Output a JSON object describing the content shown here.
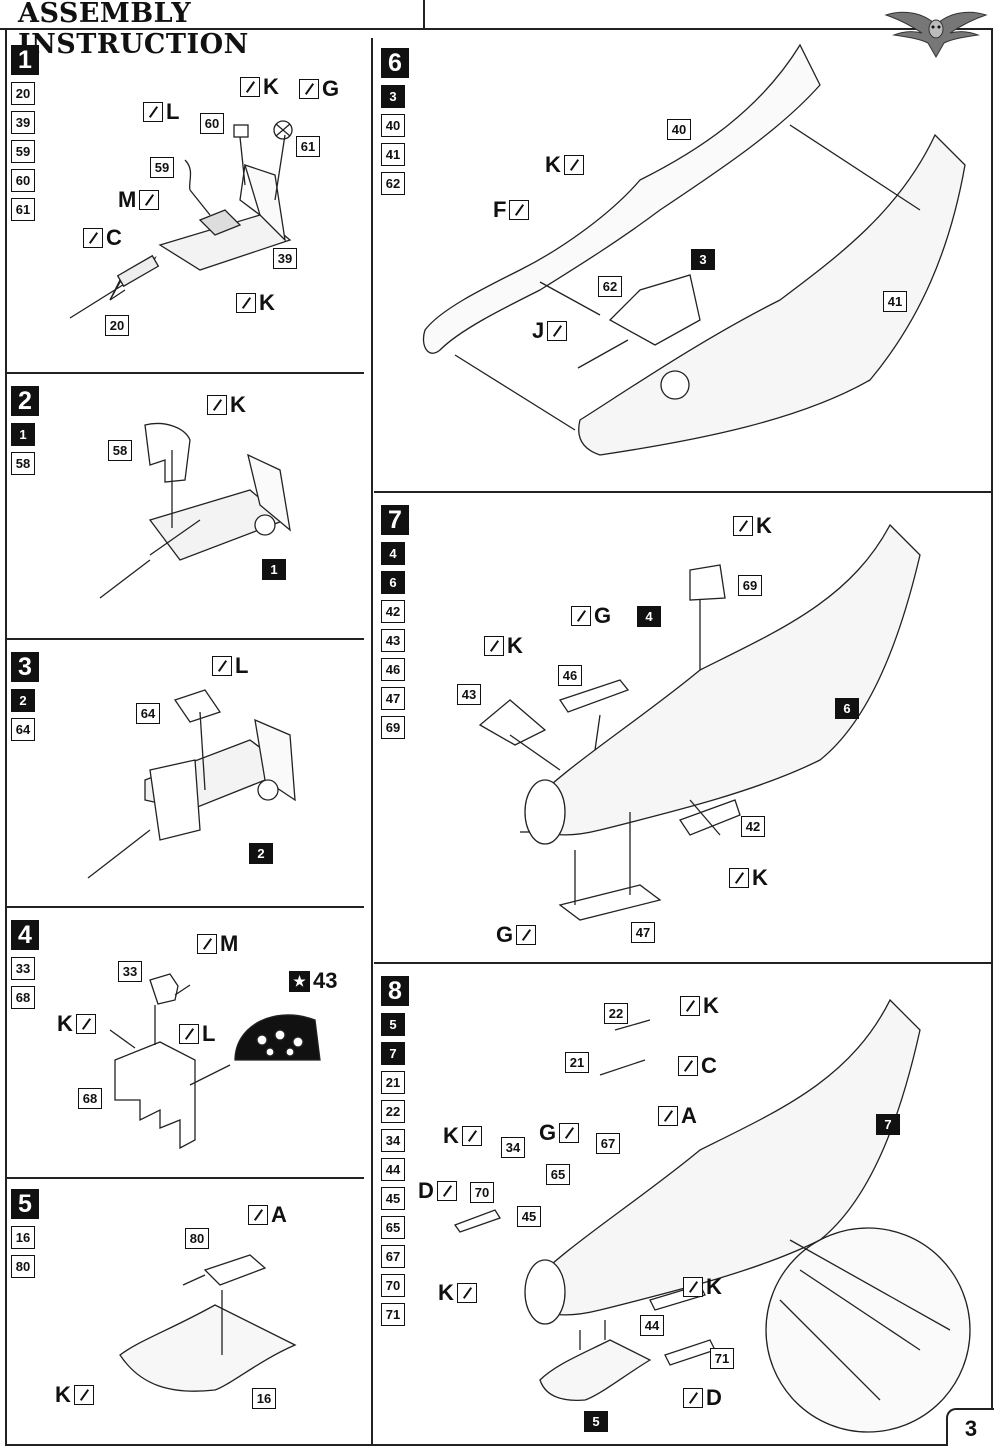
{
  "header": {
    "title": "ASSEMBLY INSTRUCTION",
    "page_number": "3",
    "logo_icon": "owl-logo-icon"
  },
  "steps": [
    {
      "number": "1",
      "parts": [
        "20",
        "39",
        "59",
        "60",
        "61"
      ],
      "callouts": [
        "60",
        "59",
        "61",
        "39",
        "20"
      ],
      "paints": [
        "L",
        "K",
        "G",
        "M",
        "C",
        "K"
      ]
    },
    {
      "number": "2",
      "parts": [
        "1",
        "58"
      ],
      "inverted_parts": [
        "1"
      ],
      "callouts": [
        "58",
        "1"
      ],
      "inverted_callouts": [
        "1"
      ],
      "paints": [
        "K"
      ]
    },
    {
      "number": "3",
      "parts": [
        "2",
        "64"
      ],
      "inverted_parts": [
        "2"
      ],
      "callouts": [
        "64",
        "2"
      ],
      "inverted_callouts": [
        "2"
      ],
      "paints": [
        "L"
      ]
    },
    {
      "number": "4",
      "parts": [
        "33",
        "68"
      ],
      "callouts": [
        "33",
        "68"
      ],
      "paints": [
        "M",
        "K",
        "L"
      ],
      "decal": "43"
    },
    {
      "number": "5",
      "parts": [
        "16",
        "80"
      ],
      "callouts": [
        "80",
        "16"
      ],
      "paints": [
        "A",
        "K"
      ]
    },
    {
      "number": "6",
      "parts": [
        "3",
        "40",
        "41",
        "62"
      ],
      "inverted_parts": [
        "3"
      ],
      "callouts": [
        "40",
        "3",
        "62",
        "41"
      ],
      "inverted_callouts": [
        "3"
      ],
      "paints": [
        "K",
        "F",
        "J"
      ]
    },
    {
      "number": "7",
      "parts": [
        "4",
        "6",
        "42",
        "43",
        "46",
        "47",
        "69"
      ],
      "inverted_parts": [
        "4",
        "6"
      ],
      "callouts": [
        "69",
        "46",
        "4",
        "43",
        "6",
        "42",
        "47"
      ],
      "inverted_callouts": [
        "4",
        "6"
      ],
      "paints": [
        "K",
        "G",
        "K",
        "K",
        "G"
      ]
    },
    {
      "number": "8",
      "parts": [
        "5",
        "7",
        "21",
        "22",
        "34",
        "44",
        "45",
        "65",
        "67",
        "70",
        "71"
      ],
      "inverted_parts": [
        "5",
        "7"
      ],
      "callouts": [
        "22",
        "21",
        "34",
        "67",
        "65",
        "70",
        "45",
        "44",
        "71",
        "5",
        "7"
      ],
      "inverted_callouts": [
        "5",
        "7"
      ],
      "paints": [
        "K",
        "C",
        "A",
        "K",
        "G",
        "D",
        "K",
        "K",
        "D"
      ]
    }
  ]
}
